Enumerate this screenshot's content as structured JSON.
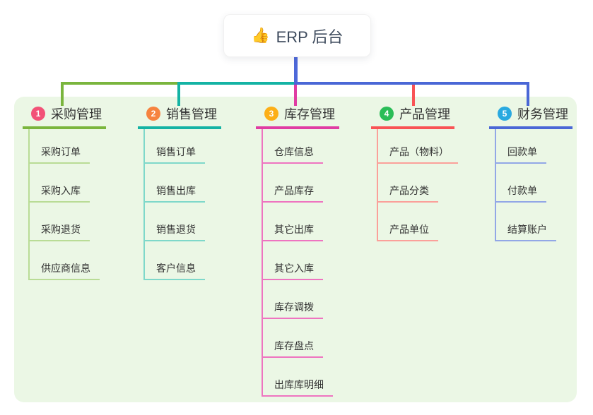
{
  "root": {
    "icon": "👍",
    "label": "ERP 后台"
  },
  "branches": [
    {
      "badge": "1",
      "label": "采购管理",
      "badge_color": "#f25277",
      "line_color": "#7ab53d",
      "child_line_color": "#b9dc96",
      "children": [
        "采购订单",
        "采购入库",
        "采购退货",
        "供应商信息"
      ]
    },
    {
      "badge": "2",
      "label": "销售管理",
      "badge_color": "#f6833f",
      "line_color": "#14b3a4",
      "child_line_color": "#7fd8ca",
      "children": [
        "销售订单",
        "销售出库",
        "销售退货",
        "客户信息"
      ]
    },
    {
      "badge": "3",
      "label": "库存管理",
      "badge_color": "#fcaf17",
      "line_color": "#e03ca3",
      "child_line_color": "#ee74c0",
      "children": [
        "仓库信息",
        "产品库存",
        "其它出库",
        "其它入库",
        "库存调拨",
        "库存盘点",
        "出库库明细"
      ]
    },
    {
      "badge": "4",
      "label": "产品管理",
      "badge_color": "#2abd57",
      "line_color": "#f95355",
      "child_line_color": "#fba09a",
      "children": [
        "产品（物料）",
        "产品分类",
        "产品单位"
      ]
    },
    {
      "badge": "5",
      "label": "财务管理",
      "badge_color": "#29a9e0",
      "line_color": "#4a67d6",
      "child_line_color": "#92a7e6",
      "children": [
        "回款单",
        "付款单",
        "结算账户"
      ]
    }
  ],
  "colors": {
    "root_stem": "#4d68d9",
    "panel_background": "#ebf7e5",
    "root_text": "#3d4a5c",
    "node_text": "#333333"
  }
}
